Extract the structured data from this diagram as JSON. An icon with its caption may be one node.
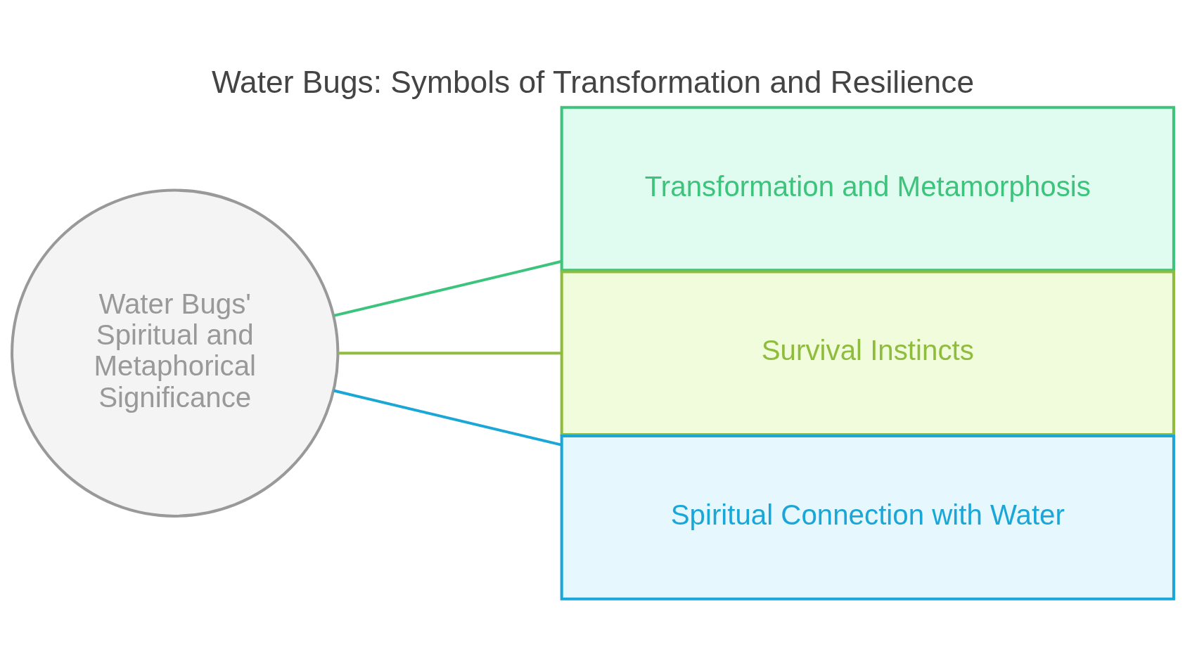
{
  "diagram": {
    "title": "Water Bugs: Symbols of Transformation and Resilience",
    "nodes": [
      {
        "text": [
          "Water Bugs' Spiritual and Metaphorical Significance"
        ]
      },
      {
        "text": [
          "Transformation and Metamorphosis"
        ]
      },
      {
        "text": [
          "Survival Instincts"
        ]
      },
      {
        "text": [
          "Spiritual Connection with Water"
        ]
      }
    ],
    "edges": [
      {
        "from": 0,
        "to": 1,
        "arrow": "none",
        "color": "#3cc47c"
      },
      {
        "from": 0,
        "to": 2,
        "arrow": "none",
        "color": "#8fbc3c"
      },
      {
        "from": 0,
        "to": 3,
        "arrow": "none",
        "color": "#1aa7d8"
      }
    ]
  }
}
